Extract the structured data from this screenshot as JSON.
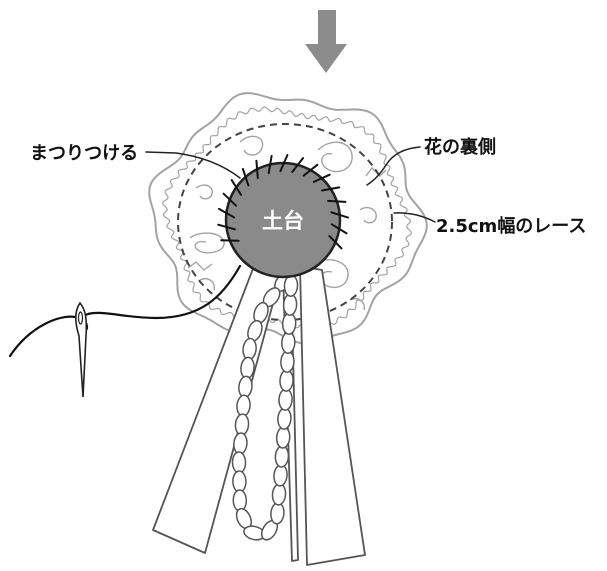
{
  "labels": {
    "stitch": "まつりつける",
    "flower_back": "花の裏側",
    "lace": "2.5cm幅のレース",
    "base": "土台"
  },
  "colors": {
    "arrow": "#8c8c8c",
    "base": "#8a8a8a",
    "lace_outline": "#a3a3a3",
    "ink": "#111111",
    "ribbon_fill": "#ffffff"
  },
  "icons": {
    "arrow": "down-arrow-icon",
    "needle": "needle-icon"
  }
}
